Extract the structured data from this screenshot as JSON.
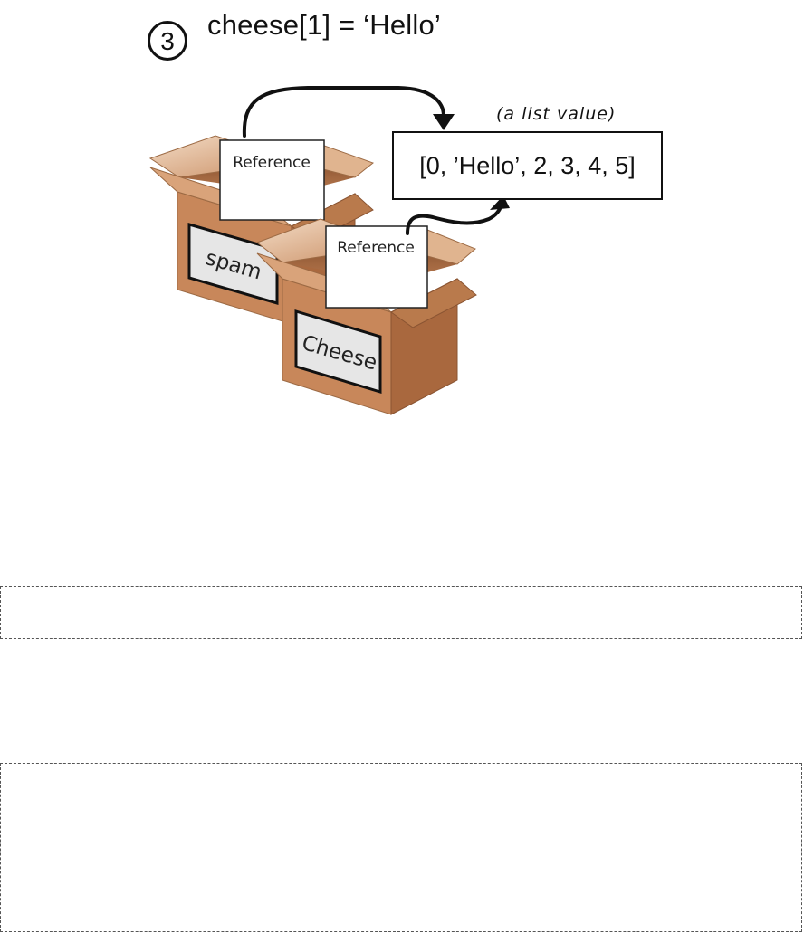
{
  "step": {
    "number": "3",
    "code": "cheese[1] = ‘Hello’"
  },
  "list_value": {
    "caption": "(a list value)",
    "contents": "[0, ’Hello’, 2, 3, 4, 5]"
  },
  "boxes": [
    {
      "label": "spam",
      "card": "Reference"
    },
    {
      "label": "Cheese",
      "card": "Reference"
    }
  ],
  "colors": {
    "box_front": "#c8875a",
    "box_side": "#a9683e",
    "box_flap_light": "#e3bb98",
    "label_bg": "#e6e6e6",
    "ink": "#111111"
  },
  "empty_frames": [
    {
      "text": ""
    },
    {
      "text": ""
    }
  ]
}
